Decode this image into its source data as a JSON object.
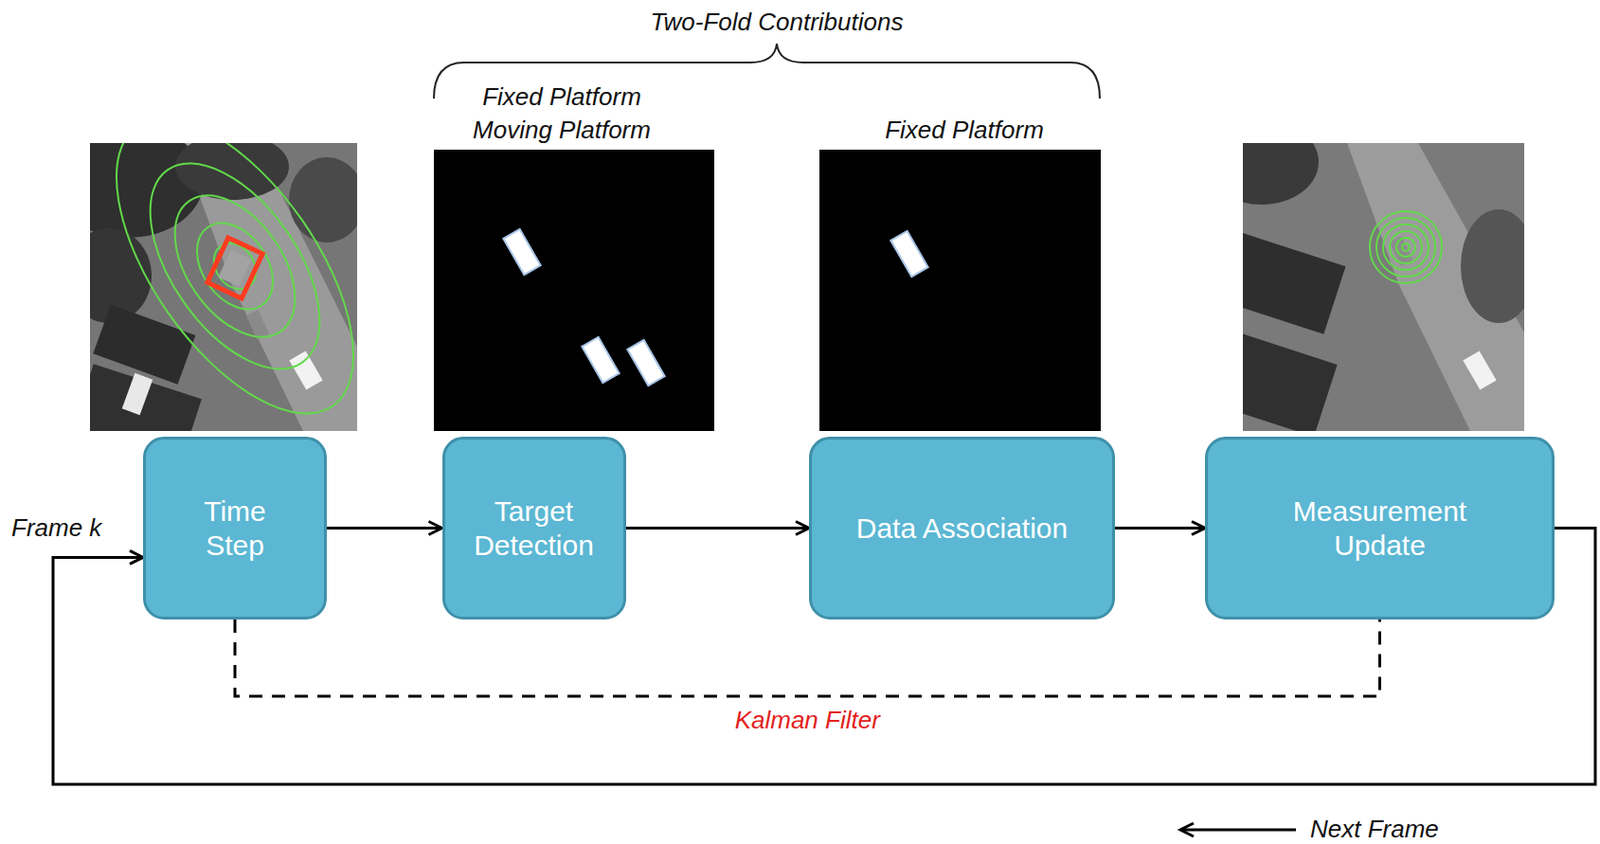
{
  "diagram": {
    "nodes": [
      {
        "text": [
          "Time Step"
        ]
      },
      {
        "text": [
          "Target Detection"
        ]
      },
      {
        "text": [
          "Data Association"
        ]
      },
      {
        "text": [
          "Measurement Update"
        ]
      }
    ],
    "edges": [
      {
        "from": 0,
        "to": 1,
        "arrow": "to"
      },
      {
        "from": 1,
        "to": 2,
        "arrow": "to"
      },
      {
        "from": 2,
        "to": 3,
        "arrow": "to"
      },
      {
        "from": 3,
        "to": 0,
        "arrow": "to"
      },
      {
        "from": 0,
        "to": 3,
        "arrow": "none",
        "label": "Kalman Filter"
      }
    ],
    "labels": [
      "Two-Fold Contributions",
      "Fixed Platform",
      "Moving Platform",
      "Fixed Platform",
      "Frame k",
      "Next Frame"
    ]
  }
}
